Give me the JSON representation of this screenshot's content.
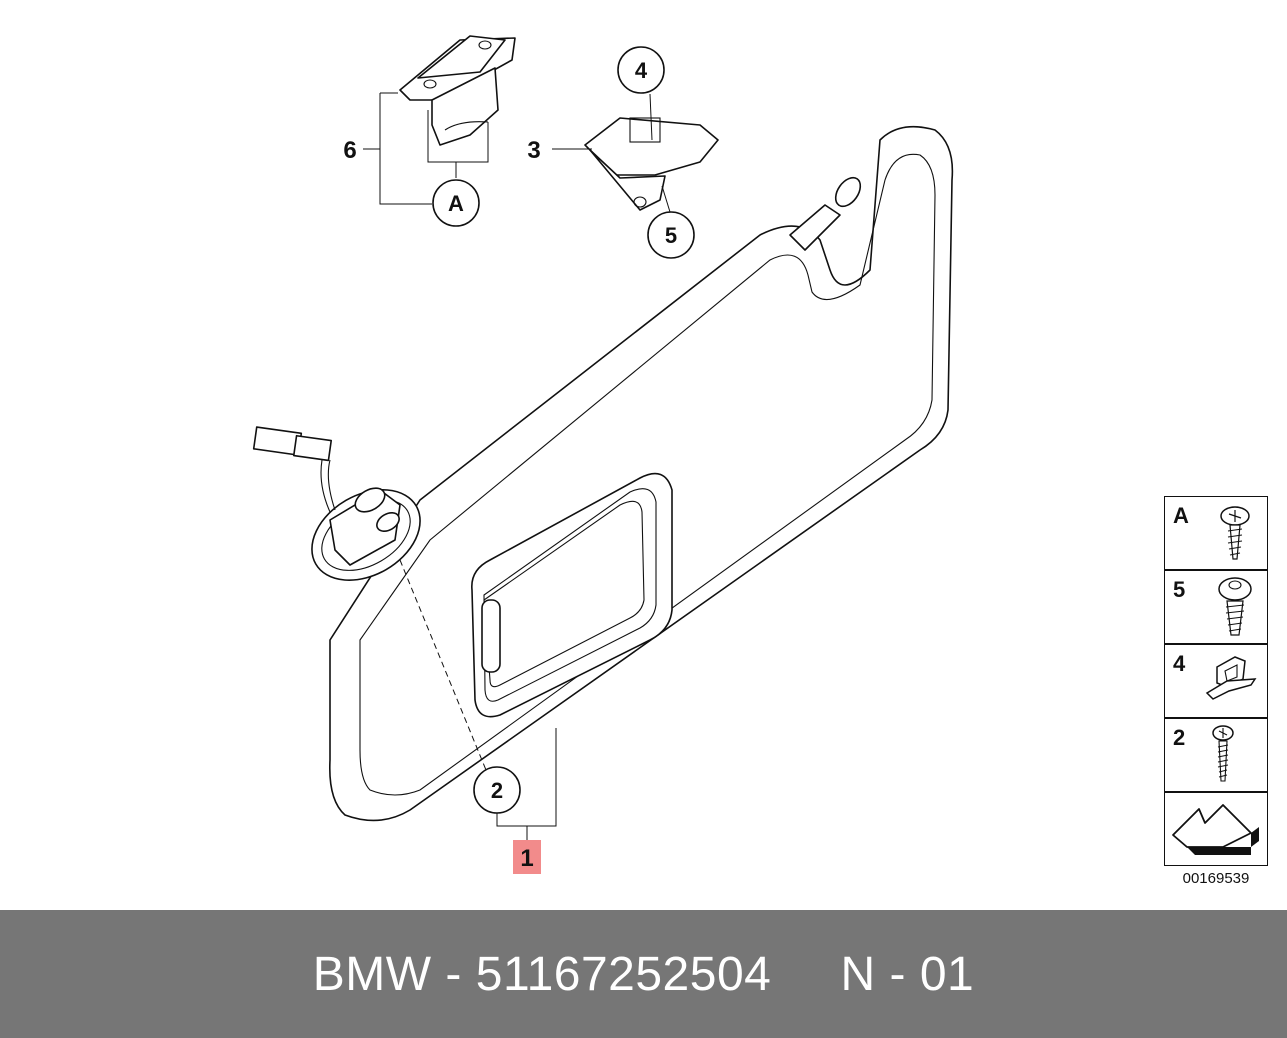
{
  "callouts": {
    "part_1": "1",
    "part_2": "2",
    "part_3": "3",
    "part_4": "4",
    "part_5": "5",
    "part_6": "6",
    "part_a": "A"
  },
  "legend": [
    {
      "key": "A",
      "icon": "screw-flat-head-icon"
    },
    {
      "key": "5",
      "icon": "screw-round-head-icon"
    },
    {
      "key": "4",
      "icon": "clip-icon"
    },
    {
      "key": "2",
      "icon": "screw-small-icon"
    },
    {
      "key": "",
      "icon": "direction-arrow-icon"
    }
  ],
  "document_number": "00169539",
  "footer": {
    "text": "BMW - 51167252504     N - 01"
  },
  "colors": {
    "highlight": "#f28b8b",
    "footer_bg": "#767676",
    "footer_text": "#ffffff"
  }
}
